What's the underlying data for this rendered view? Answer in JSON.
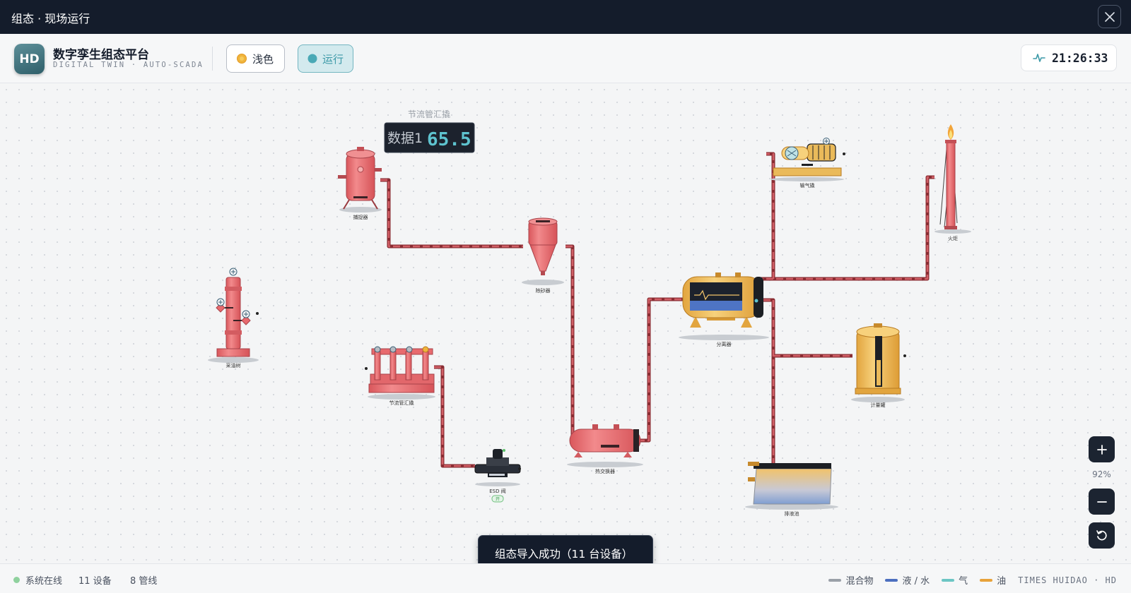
{
  "window": {
    "title": "组态 · 现场运行"
  },
  "header": {
    "logo_text": "HD",
    "title": "数字孪生组态平台",
    "subtitle": "DIGITAL TWIN · AUTO-SCADA",
    "theme_button": "浅色",
    "run_button": "运行",
    "clock": "21:26:33"
  },
  "canvas": {
    "data_panel": {
      "caption": "节流管汇撬",
      "label": "数据1",
      "value": "65.5"
    },
    "devices": [
      {
        "id": "collector",
        "label": "捕捉器"
      },
      {
        "id": "sand_remover",
        "label": "除砂器"
      },
      {
        "id": "wellhead",
        "label": "采油树"
      },
      {
        "id": "choke_manifold",
        "label": "节流管汇撬"
      },
      {
        "id": "esd_valve",
        "label": "ESD 阀",
        "state": "开"
      },
      {
        "id": "heat_exchanger",
        "label": "热交换器"
      },
      {
        "id": "separator",
        "label": "分离器"
      },
      {
        "id": "compressor",
        "label": "输气撬"
      },
      {
        "id": "flare",
        "label": "火炬"
      },
      {
        "id": "metering_tank",
        "label": "计量罐"
      },
      {
        "id": "drain_pool",
        "label": "排液池"
      }
    ]
  },
  "zoom": {
    "level": "92%"
  },
  "toast": {
    "message": "组态导入成功（11 台设备）"
  },
  "footer": {
    "status": "系统在线",
    "device_count": "11 设备",
    "pipe_count": "8 管线",
    "legend": [
      {
        "name": "混合物",
        "color": "#9aa0a8"
      },
      {
        "name": "液 / 水",
        "color": "#4c6fbf"
      },
      {
        "name": "气",
        "color": "#6cc6c4"
      },
      {
        "name": "油",
        "color": "#e8a23a"
      }
    ],
    "brand": "TIMES HUIDAO · HD"
  },
  "colors": {
    "pipe": "#c44d55",
    "equipment_red": "#e86a6e",
    "equipment_gold": "#eaba5a",
    "accent": "#3d9aa8",
    "dark": "#141c2b"
  }
}
